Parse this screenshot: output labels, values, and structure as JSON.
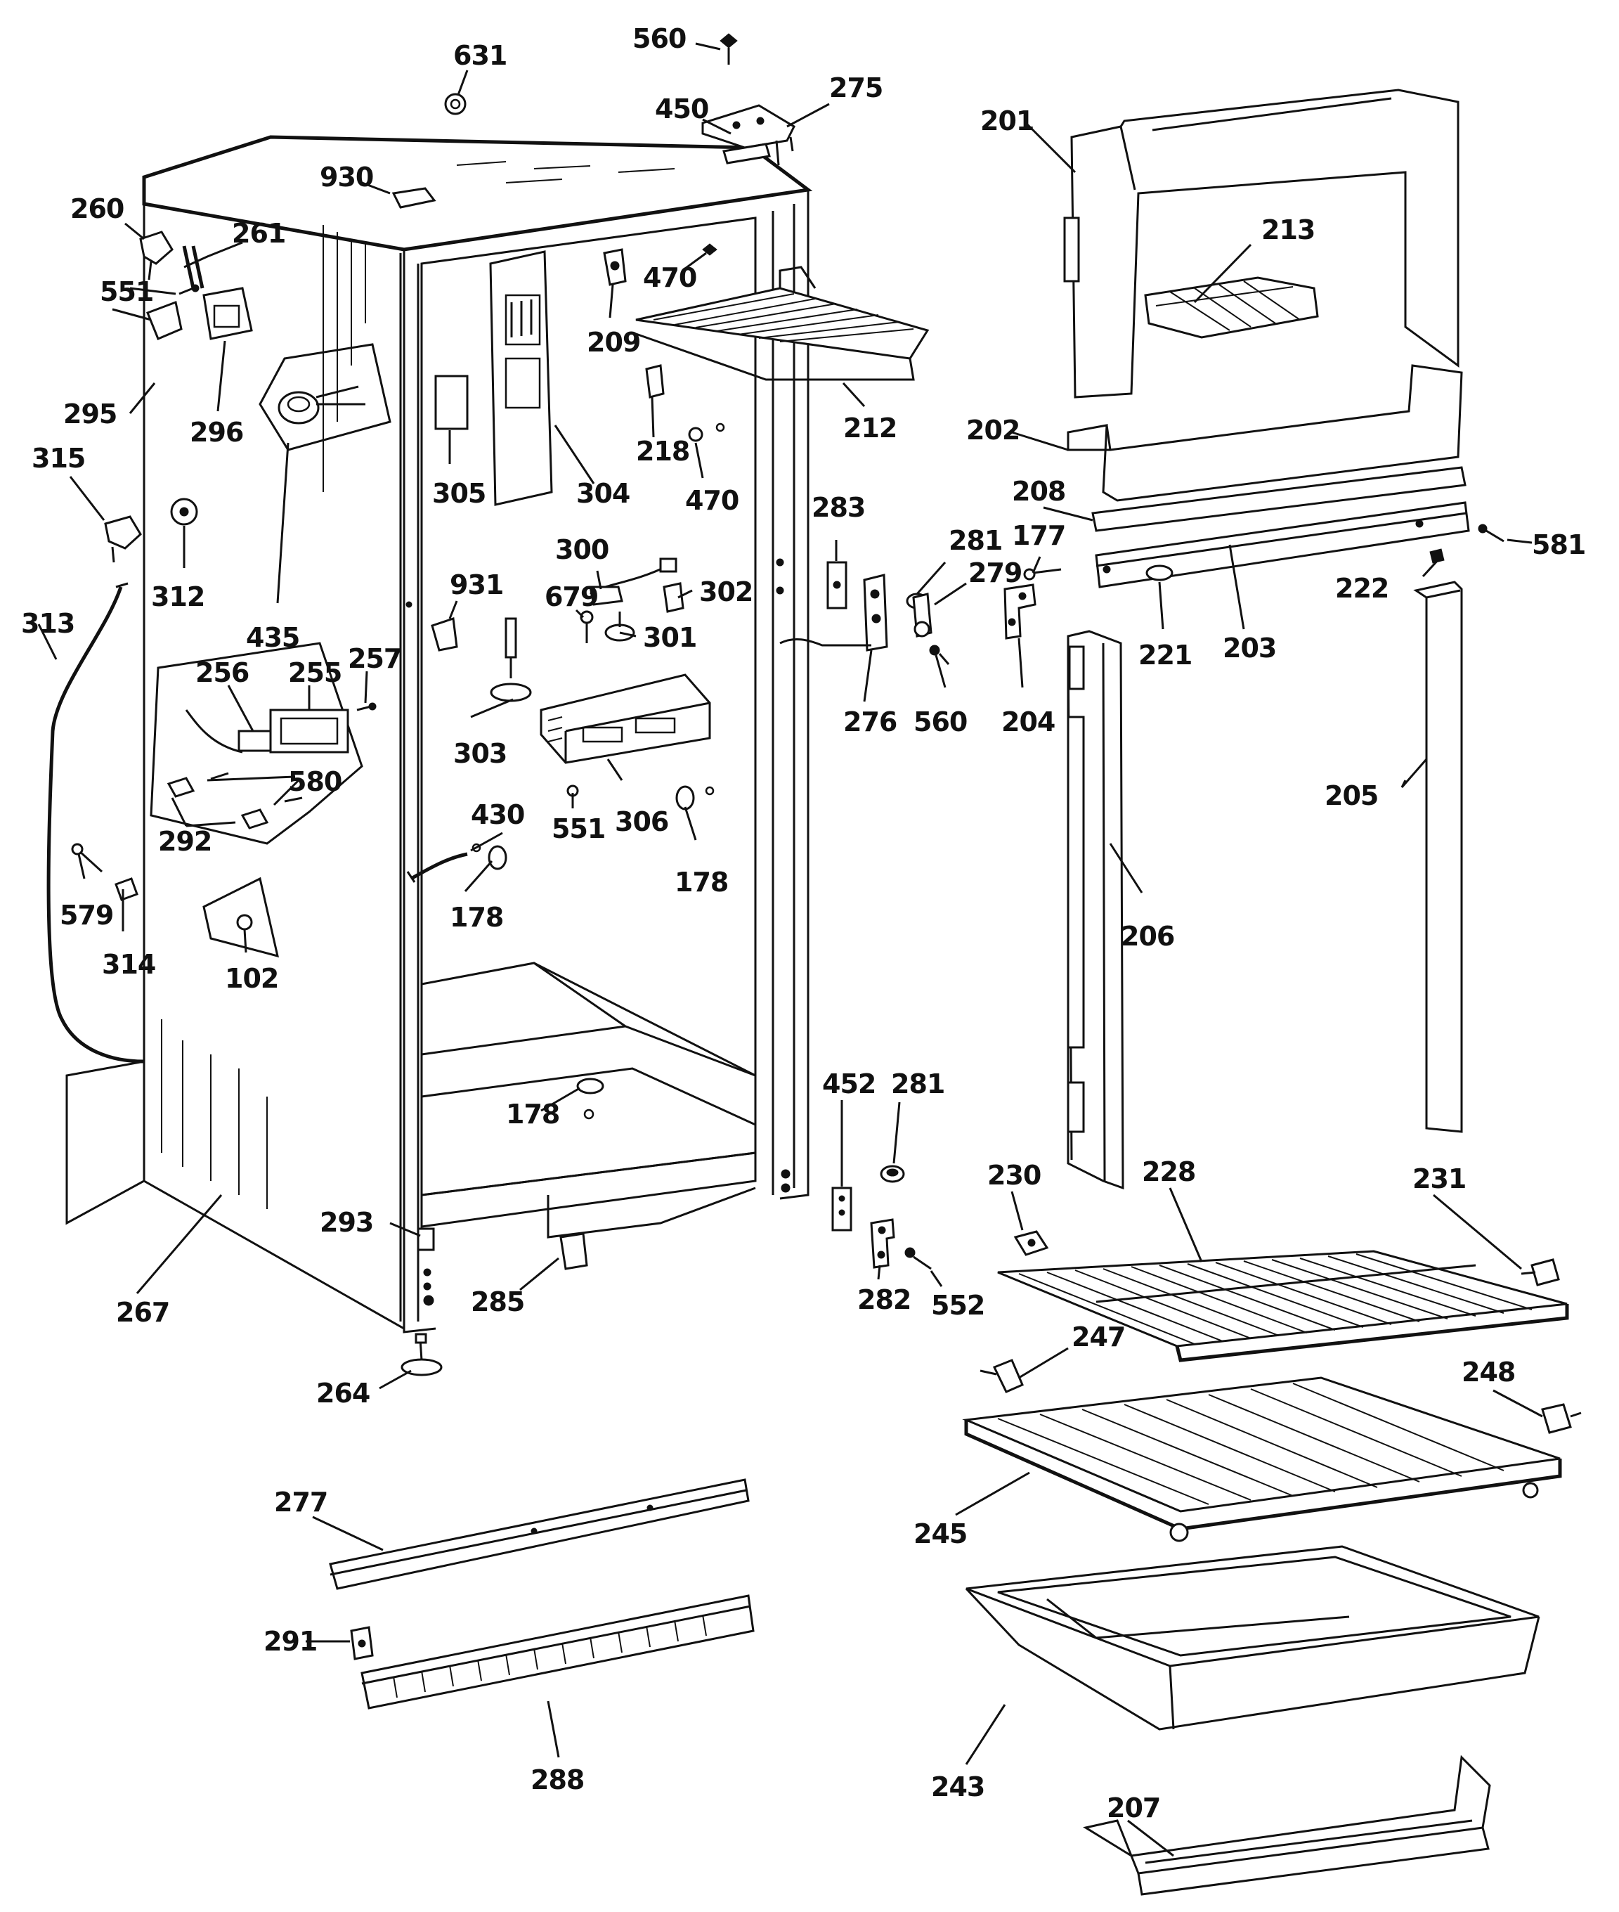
{
  "labels": [
    {
      "id": "p631",
      "text": "631"
    },
    {
      "id": "p560a",
      "text": "560"
    },
    {
      "id": "p450",
      "text": "450"
    },
    {
      "id": "p275",
      "text": "275"
    },
    {
      "id": "p201",
      "text": "201"
    },
    {
      "id": "p930",
      "text": "930"
    },
    {
      "id": "p260",
      "text": "260"
    },
    {
      "id": "p261",
      "text": "261"
    },
    {
      "id": "p213",
      "text": "213"
    },
    {
      "id": "p470a",
      "text": "470"
    },
    {
      "id": "p209",
      "text": "209"
    },
    {
      "id": "p551a",
      "text": "551"
    },
    {
      "id": "p295",
      "text": "295"
    },
    {
      "id": "p296",
      "text": "296"
    },
    {
      "id": "p218",
      "text": "218"
    },
    {
      "id": "p212",
      "text": "212"
    },
    {
      "id": "p202",
      "text": "202"
    },
    {
      "id": "p315",
      "text": "315"
    },
    {
      "id": "p305",
      "text": "305"
    },
    {
      "id": "p304",
      "text": "304"
    },
    {
      "id": "p470b",
      "text": "470"
    },
    {
      "id": "p208",
      "text": "208"
    },
    {
      "id": "p283",
      "text": "283"
    },
    {
      "id": "p177",
      "text": "177"
    },
    {
      "id": "p581",
      "text": "581"
    },
    {
      "id": "p281a",
      "text": "281"
    },
    {
      "id": "p300",
      "text": "300"
    },
    {
      "id": "p279",
      "text": "279"
    },
    {
      "id": "p222",
      "text": "222"
    },
    {
      "id": "p302",
      "text": "302"
    },
    {
      "id": "p679",
      "text": "679"
    },
    {
      "id": "p312",
      "text": "312"
    },
    {
      "id": "p313",
      "text": "313"
    },
    {
      "id": "p931",
      "text": "931"
    },
    {
      "id": "p301",
      "text": "301"
    },
    {
      "id": "p221",
      "text": "221"
    },
    {
      "id": "p203",
      "text": "203"
    },
    {
      "id": "p435",
      "text": "435"
    },
    {
      "id": "p257",
      "text": "257"
    },
    {
      "id": "p256",
      "text": "256"
    },
    {
      "id": "p255",
      "text": "255"
    },
    {
      "id": "p276",
      "text": "276"
    },
    {
      "id": "p560b",
      "text": "560"
    },
    {
      "id": "p204",
      "text": "204"
    },
    {
      "id": "p303",
      "text": "303"
    },
    {
      "id": "p580",
      "text": "580"
    },
    {
      "id": "p205",
      "text": "205"
    },
    {
      "id": "p306",
      "text": "306"
    },
    {
      "id": "p551b",
      "text": "551"
    },
    {
      "id": "p430",
      "text": "430"
    },
    {
      "id": "p292",
      "text": "292"
    },
    {
      "id": "p178a",
      "text": "178"
    },
    {
      "id": "p579",
      "text": "579"
    },
    {
      "id": "p178b",
      "text": "178"
    },
    {
      "id": "p206",
      "text": "206"
    },
    {
      "id": "p314",
      "text": "314"
    },
    {
      "id": "p102",
      "text": "102"
    },
    {
      "id": "p452",
      "text": "452"
    },
    {
      "id": "p281b",
      "text": "281"
    },
    {
      "id": "p178c",
      "text": "178"
    },
    {
      "id": "p230",
      "text": "230"
    },
    {
      "id": "p228",
      "text": "228"
    },
    {
      "id": "p231",
      "text": "231"
    },
    {
      "id": "p293",
      "text": "293"
    },
    {
      "id": "p285",
      "text": "285"
    },
    {
      "id": "p282",
      "text": "282"
    },
    {
      "id": "p552",
      "text": "552"
    },
    {
      "id": "p267",
      "text": "267"
    },
    {
      "id": "p247",
      "text": "247"
    },
    {
      "id": "p264",
      "text": "264"
    },
    {
      "id": "p248",
      "text": "248"
    },
    {
      "id": "p277",
      "text": "277"
    },
    {
      "id": "p245",
      "text": "245"
    },
    {
      "id": "p291",
      "text": "291"
    },
    {
      "id": "p288",
      "text": "288"
    },
    {
      "id": "p243",
      "text": "243"
    },
    {
      "id": "p207",
      "text": "207"
    }
  ]
}
